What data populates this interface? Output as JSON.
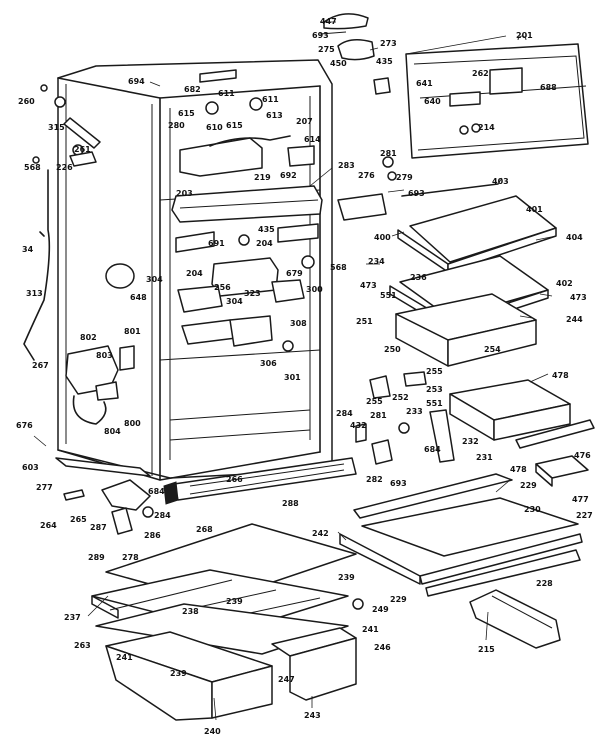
{
  "colors": {
    "ink": "#1a1a1a",
    "paper": "#ffffff"
  },
  "labels": [
    {
      "id": "447",
      "text": "447"
    },
    {
      "id": "693a",
      "text": "693"
    },
    {
      "id": "273",
      "text": "273"
    },
    {
      "id": "275",
      "text": "275"
    },
    {
      "id": "450",
      "text": "450"
    },
    {
      "id": "435a",
      "text": "435"
    },
    {
      "id": "201",
      "text": "201"
    },
    {
      "id": "641",
      "text": "641"
    },
    {
      "id": "262",
      "text": "262"
    },
    {
      "id": "688",
      "text": "688"
    },
    {
      "id": "640",
      "text": "640"
    },
    {
      "id": "214",
      "text": "214"
    },
    {
      "id": "694",
      "text": "694"
    },
    {
      "id": "260",
      "text": "260"
    },
    {
      "id": "682",
      "text": "682"
    },
    {
      "id": "615a",
      "text": "615"
    },
    {
      "id": "611a",
      "text": "611"
    },
    {
      "id": "611b",
      "text": "611"
    },
    {
      "id": "280",
      "text": "280"
    },
    {
      "id": "610",
      "text": "610"
    },
    {
      "id": "615b",
      "text": "615"
    },
    {
      "id": "613",
      "text": "613"
    },
    {
      "id": "207",
      "text": "207"
    },
    {
      "id": "315",
      "text": "315"
    },
    {
      "id": "261",
      "text": "261"
    },
    {
      "id": "568a",
      "text": "568"
    },
    {
      "id": "226",
      "text": "226"
    },
    {
      "id": "614",
      "text": "614"
    },
    {
      "id": "219",
      "text": "219"
    },
    {
      "id": "692",
      "text": "692"
    },
    {
      "id": "283",
      "text": "283"
    },
    {
      "id": "281a",
      "text": "281"
    },
    {
      "id": "276",
      "text": "276"
    },
    {
      "id": "279",
      "text": "279"
    },
    {
      "id": "693b",
      "text": "693"
    },
    {
      "id": "403",
      "text": "403"
    },
    {
      "id": "203",
      "text": "203"
    },
    {
      "id": "401",
      "text": "401"
    },
    {
      "id": "34",
      "text": "34"
    },
    {
      "id": "435b",
      "text": "435"
    },
    {
      "id": "691",
      "text": "691"
    },
    {
      "id": "204a",
      "text": "204"
    },
    {
      "id": "400",
      "text": "400"
    },
    {
      "id": "404",
      "text": "404"
    },
    {
      "id": "304a",
      "text": "304"
    },
    {
      "id": "204b",
      "text": "204"
    },
    {
      "id": "679",
      "text": "679"
    },
    {
      "id": "568b",
      "text": "568"
    },
    {
      "id": "234",
      "text": "234"
    },
    {
      "id": "236",
      "text": "236"
    },
    {
      "id": "402",
      "text": "402"
    },
    {
      "id": "313",
      "text": "313"
    },
    {
      "id": "648",
      "text": "648"
    },
    {
      "id": "256",
      "text": "256"
    },
    {
      "id": "323",
      "text": "323"
    },
    {
      "id": "300",
      "text": "300"
    },
    {
      "id": "473a",
      "text": "473"
    },
    {
      "id": "551a",
      "text": "551"
    },
    {
      "id": "473b",
      "text": "473"
    },
    {
      "id": "304b",
      "text": "304"
    },
    {
      "id": "308",
      "text": "308"
    },
    {
      "id": "251",
      "text": "251"
    },
    {
      "id": "244",
      "text": "244"
    },
    {
      "id": "802",
      "text": "802"
    },
    {
      "id": "801",
      "text": "801"
    },
    {
      "id": "250",
      "text": "250"
    },
    {
      "id": "254",
      "text": "254"
    },
    {
      "id": "803",
      "text": "803"
    },
    {
      "id": "306",
      "text": "306"
    },
    {
      "id": "267",
      "text": "267"
    },
    {
      "id": "301",
      "text": "301"
    },
    {
      "id": "255a",
      "text": "255"
    },
    {
      "id": "478a",
      "text": "478"
    },
    {
      "id": "255b",
      "text": "255"
    },
    {
      "id": "253",
      "text": "253"
    },
    {
      "id": "252",
      "text": "252"
    },
    {
      "id": "551b",
      "text": "551"
    },
    {
      "id": "233",
      "text": "233"
    },
    {
      "id": "800",
      "text": "800"
    },
    {
      "id": "284",
      "text": "284"
    },
    {
      "id": "432",
      "text": "432"
    },
    {
      "id": "281b",
      "text": "281"
    },
    {
      "id": "676",
      "text": "676"
    },
    {
      "id": "804",
      "text": "804"
    },
    {
      "id": "684a",
      "text": "684"
    },
    {
      "id": "232",
      "text": "232"
    },
    {
      "id": "603",
      "text": "603"
    },
    {
      "id": "231",
      "text": "231"
    },
    {
      "id": "478b",
      "text": "478"
    },
    {
      "id": "476",
      "text": "476"
    },
    {
      "id": "277",
      "text": "277"
    },
    {
      "id": "266",
      "text": "266"
    },
    {
      "id": "282",
      "text": "282"
    },
    {
      "id": "693c",
      "text": "693"
    },
    {
      "id": "229a",
      "text": "229"
    },
    {
      "id": "477",
      "text": "477"
    },
    {
      "id": "684b",
      "text": "684"
    },
    {
      "id": "288",
      "text": "288"
    },
    {
      "id": "264",
      "text": "264"
    },
    {
      "id": "265",
      "text": "265"
    },
    {
      "id": "287",
      "text": "287"
    },
    {
      "id": "284b",
      "text": "284"
    },
    {
      "id": "230",
      "text": "230"
    },
    {
      "id": "227",
      "text": "227"
    },
    {
      "id": "286",
      "text": "286"
    },
    {
      "id": "268",
      "text": "268"
    },
    {
      "id": "242",
      "text": "242"
    },
    {
      "id": "289",
      "text": "289"
    },
    {
      "id": "278",
      "text": "278"
    },
    {
      "id": "239a",
      "text": "239"
    },
    {
      "id": "229b",
      "text": "229"
    },
    {
      "id": "228",
      "text": "228"
    },
    {
      "id": "238",
      "text": "238"
    },
    {
      "id": "239b",
      "text": "239"
    },
    {
      "id": "237",
      "text": "237"
    },
    {
      "id": "249",
      "text": "249"
    },
    {
      "id": "263",
      "text": "263"
    },
    {
      "id": "241a",
      "text": "241"
    },
    {
      "id": "246",
      "text": "246"
    },
    {
      "id": "215",
      "text": "215"
    },
    {
      "id": "241b",
      "text": "241"
    },
    {
      "id": "239c",
      "text": "239"
    },
    {
      "id": "247",
      "text": "247"
    },
    {
      "id": "240",
      "text": "240"
    },
    {
      "id": "243",
      "text": "243"
    }
  ]
}
